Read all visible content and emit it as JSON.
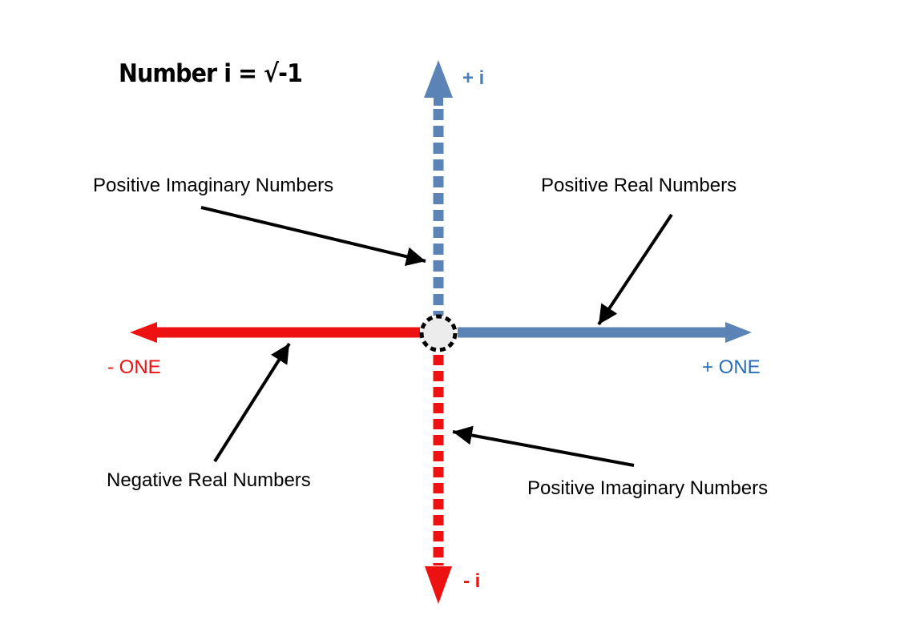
{
  "title": "Number i = √-1",
  "colors": {
    "axis_blue": "#5b83b5",
    "axis_red": "#ed1111",
    "plus_i_blue": "#4a7ebb",
    "minus_i_red": "#ed1111",
    "plus_one_blue": "#2a6eb8",
    "minus_one_red": "#ed1111",
    "annotation_black": "#000000",
    "origin_fill": "#ececec",
    "origin_stroke": "#000000"
  },
  "axis_labels": {
    "plus_i": "+ i",
    "minus_i": "- i",
    "plus_one": "+ ONE",
    "minus_one": "- ONE"
  },
  "annotations": {
    "top_left": "Positive Imaginary Numbers",
    "top_right": "Positive Real Numbers",
    "bottom_left": "Negative Real Numbers",
    "bottom_right": "Positive Imaginary Numbers"
  }
}
